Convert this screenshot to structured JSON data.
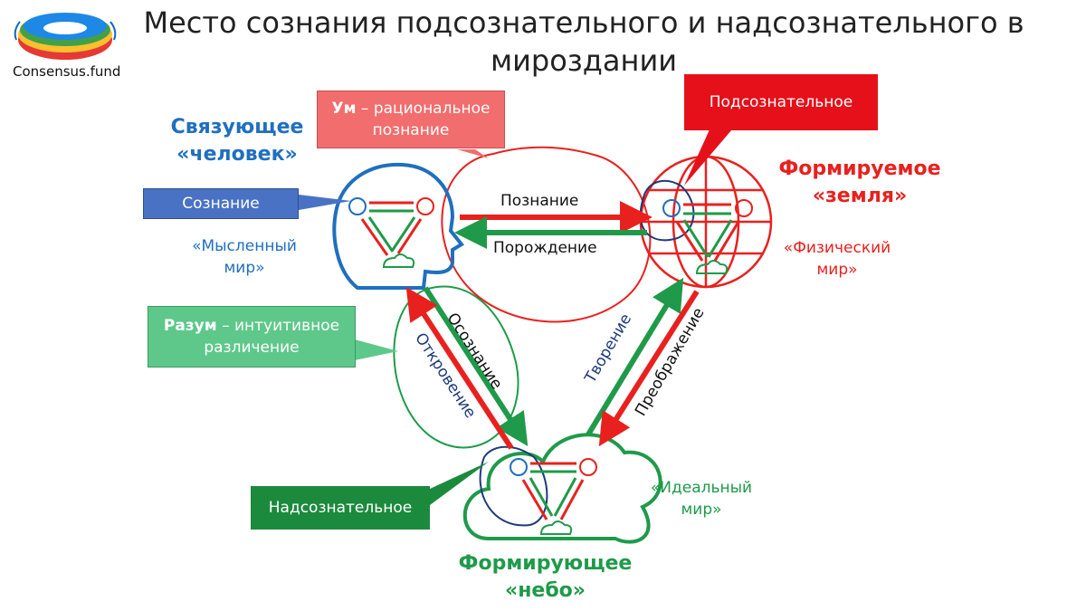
{
  "logo": {
    "text": "Consensus.fund"
  },
  "title": "Место сознания подсознательного  и надсознательного в мироздании",
  "nodes": {
    "human": {
      "heading_line1": "Связующее",
      "heading_line2": "«человек»",
      "sub_line1": "«Мысленный",
      "sub_line2": "мир»"
    },
    "earth": {
      "heading_line1": "Формируемое",
      "heading_line2": "«земля»",
      "sub_line1": "«Физический",
      "sub_line2": "мир»"
    },
    "sky": {
      "heading_line1": "Формирующее",
      "heading_line2": "«небо»",
      "sub_line1": "«Идеальный",
      "sub_line2": "мир»"
    }
  },
  "callouts": {
    "consciousness": "Сознание",
    "subconscious": "Подсознательное",
    "superconscious": "Надсознательное",
    "mind_bold": "Ум",
    "mind_rest_line1": " – рациональное",
    "mind_rest_line2": "познание",
    "reason_bold": "Разум",
    "reason_rest_line1": " – интуитивное",
    "reason_rest_line2": "различение"
  },
  "arrows": {
    "cognition": "Познание",
    "generation": "Порождение",
    "awareness": "Осознание",
    "revelation": "Откровение",
    "creation": "Творение",
    "transformation": "Преображение"
  },
  "colors": {
    "red": "#e8211e",
    "green": "#1f9a4a",
    "blue": "#1f6fbf",
    "navy": "#1e3a7a"
  }
}
